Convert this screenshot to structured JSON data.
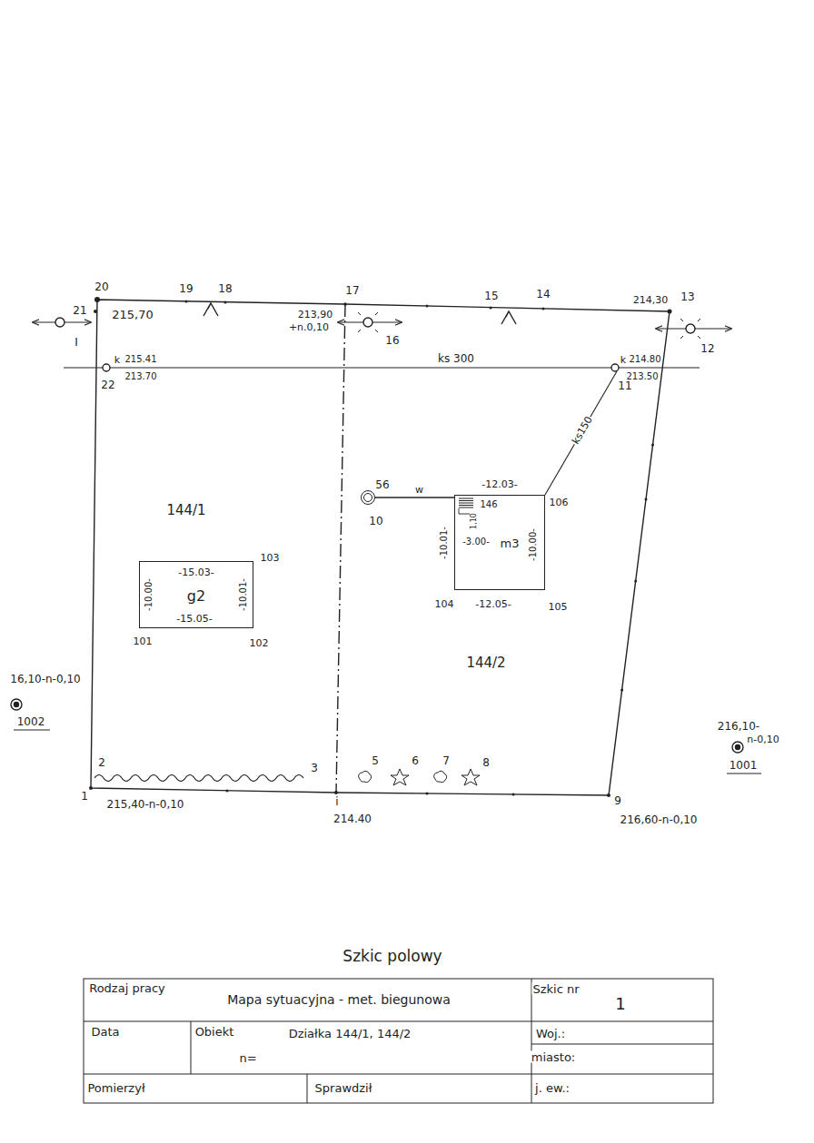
{
  "diagram": {
    "title": "Szkic polowy",
    "nodes": [
      {
        "text": [
          "56",
          "10"
        ]
      },
      {
        "text": [
          "m3"
        ]
      },
      {
        "text": [
          "g2"
        ]
      }
    ],
    "edges": [
      {
        "from": 0,
        "to": 1,
        "arrow": "none",
        "label": "w"
      }
    ],
    "labels": [
      "20",
      "19",
      "18",
      "17",
      "15",
      "14",
      "13",
      "214,30",
      "21",
      "215,70",
      "I",
      "213,90",
      "+n.0,10",
      "16",
      "12",
      "k",
      "215.41",
      "213.70",
      "22",
      "ks 300",
      "k",
      "214.80",
      "213.50",
      "11",
      "ks150",
      "-12.03-",
      "146",
      "1,10",
      "-3.00-",
      "-10.01-",
      "-10.00-",
      "104",
      "-12.05-",
      "105",
      "106",
      "144/1",
      "144/2",
      "103",
      "-15.03-",
      "-10.00-",
      "-10.01-",
      "-15.05-",
      "101",
      "102",
      "16,10-n-0,10",
      "1002",
      "216,10-",
      "n-0,10",
      "1001",
      "2",
      "3",
      "5",
      "6",
      "7",
      "8",
      "1",
      "215,40-n-0,10",
      "i",
      "214.40",
      "9",
      "216,60-n-0,10",
      "Rodzaj pracy",
      "Mapa sytuacyjna - met. biegunowa",
      "Szkic nr",
      "1",
      "Data",
      "Obiekt",
      "Działka 144/1, 144/2",
      "n=",
      "Woj.:",
      "miasto:",
      "Pomierzył",
      "Sprawdził",
      "j. ew.:"
    ]
  }
}
